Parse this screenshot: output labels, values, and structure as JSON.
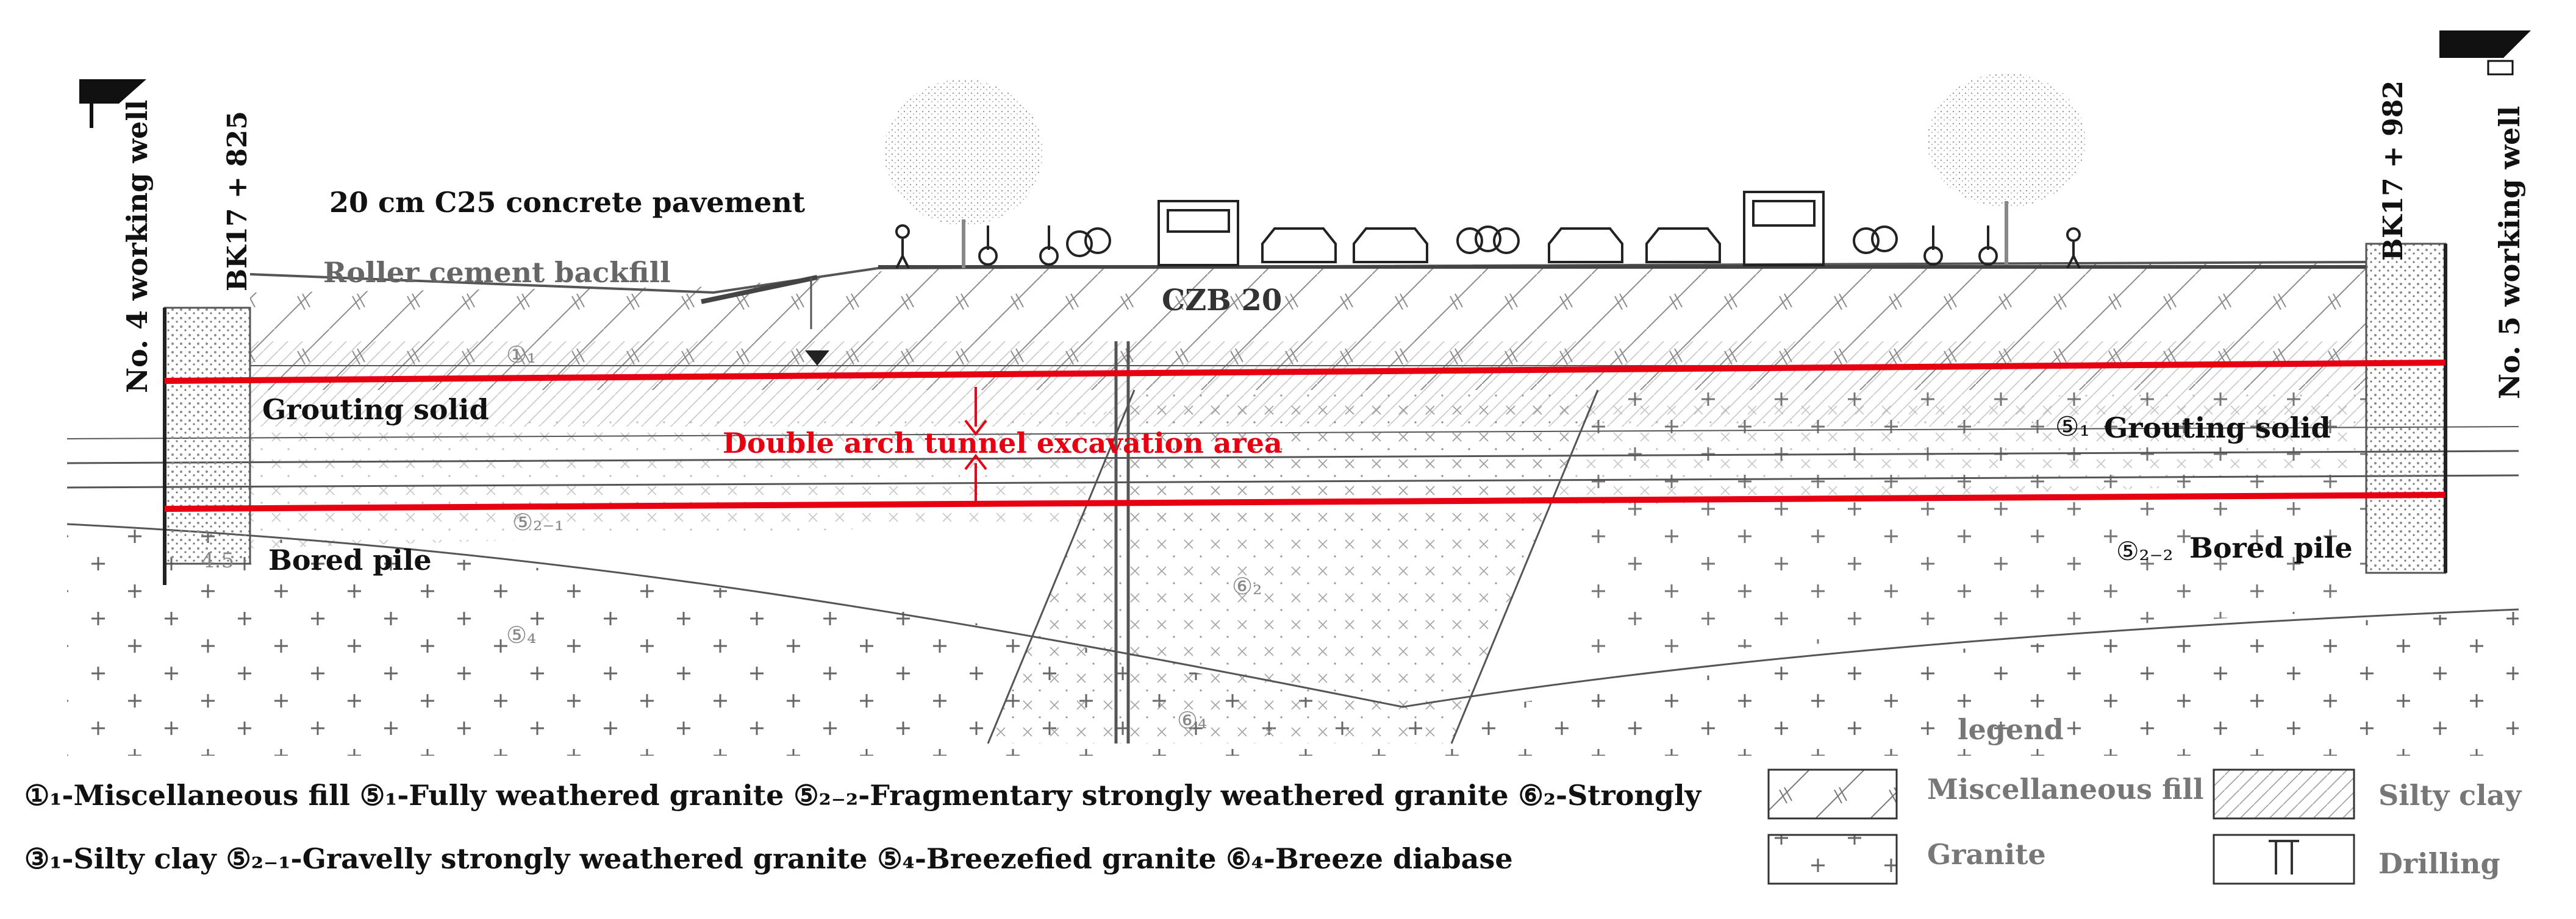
{
  "wells": {
    "left_name": "No. 4 working well",
    "left_mileage": "BK17 + 825",
    "right_name": "No. 5 working well",
    "right_mileage": "BK17 + 982"
  },
  "labels": {
    "pavement": "20 cm C25 concrete pavement",
    "backfill": "Roller cement backfill",
    "borehole": "CZB 20",
    "grouting_left": "Grouting solid",
    "grouting_right": "Grouting solid",
    "grouting_right_marker": "⑤₁",
    "excavation": "Double arch tunnel excavation area",
    "bored_pile_left": "Bored pile",
    "bored_pile_right": "Bored pile",
    "bored_pile_right_marker": "⑤₂₋₂"
  },
  "section_marks": {
    "m1": "①₁",
    "m2": "⑤₂₋₁",
    "m3": "⑥₂",
    "m4": "⑤₄",
    "m5": "⑥₄",
    "m6": "4.5"
  },
  "layer_key": {
    "row1": "①₁-Miscellaneous fill  ⑤₁-Fully weathered granite  ⑤₂₋₂-Fragmentary strongly weathered granite  ⑥₂-Strongly",
    "row2": "③₁-Silty clay  ⑤₂₋₁-Gravelly strongly weathered granite  ⑤₄-Breezefied granite  ⑥₄-Breeze diabase"
  },
  "legend": {
    "title": "legend",
    "misc_fill": "Miscellaneous fill",
    "silty_clay": "Silty clay",
    "granite": "Granite",
    "drilling": "Drilling"
  },
  "colors": {
    "excavation_red": "#e60012",
    "line": "#444444",
    "text": "#111111"
  }
}
